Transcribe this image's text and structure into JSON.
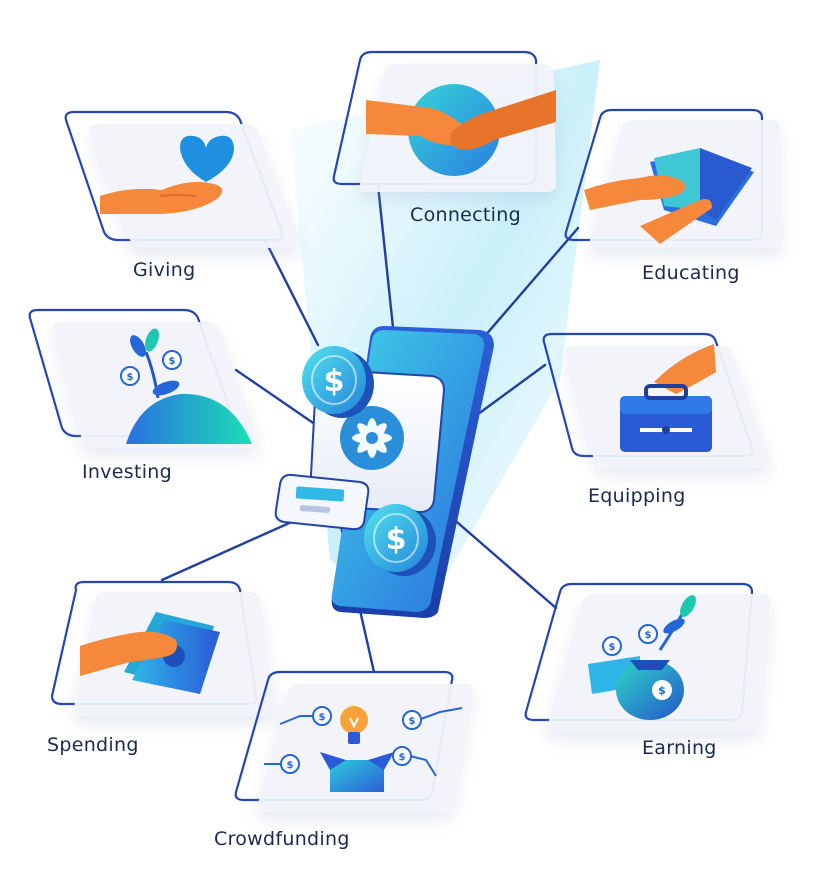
{
  "diagram": {
    "center": {
      "icon": "phone-with-flower-logo-and-coins-icon",
      "coin_symbol": "$"
    },
    "nodes": [
      {
        "id": "giving",
        "label": "Giving",
        "icon": "hand-with-heart-icon"
      },
      {
        "id": "connecting",
        "label": "Connecting",
        "icon": "handshake-icon"
      },
      {
        "id": "educating",
        "label": "Educating",
        "icon": "hand-with-book-icon"
      },
      {
        "id": "investing",
        "label": "Investing",
        "icon": "sprouting-plant-with-coins-icon"
      },
      {
        "id": "equipping",
        "label": "Equipping",
        "icon": "hand-with-toolbox-icon"
      },
      {
        "id": "spending",
        "label": "Spending",
        "icon": "hand-with-cash-icon"
      },
      {
        "id": "earning",
        "label": "Earning",
        "icon": "money-bag-with-plant-icon"
      },
      {
        "id": "crowdfunding",
        "label": "Crowdfunding",
        "icon": "lightbulb-box-coins-icon"
      }
    ],
    "colors": {
      "line": "#1f3fa3",
      "frame": "#2446b3",
      "skin": "#f5883a",
      "blue": "#2566d8",
      "teal": "#1ec8d6",
      "heart": "#1f8fe0",
      "card_fill": "#f2f4fa"
    }
  }
}
